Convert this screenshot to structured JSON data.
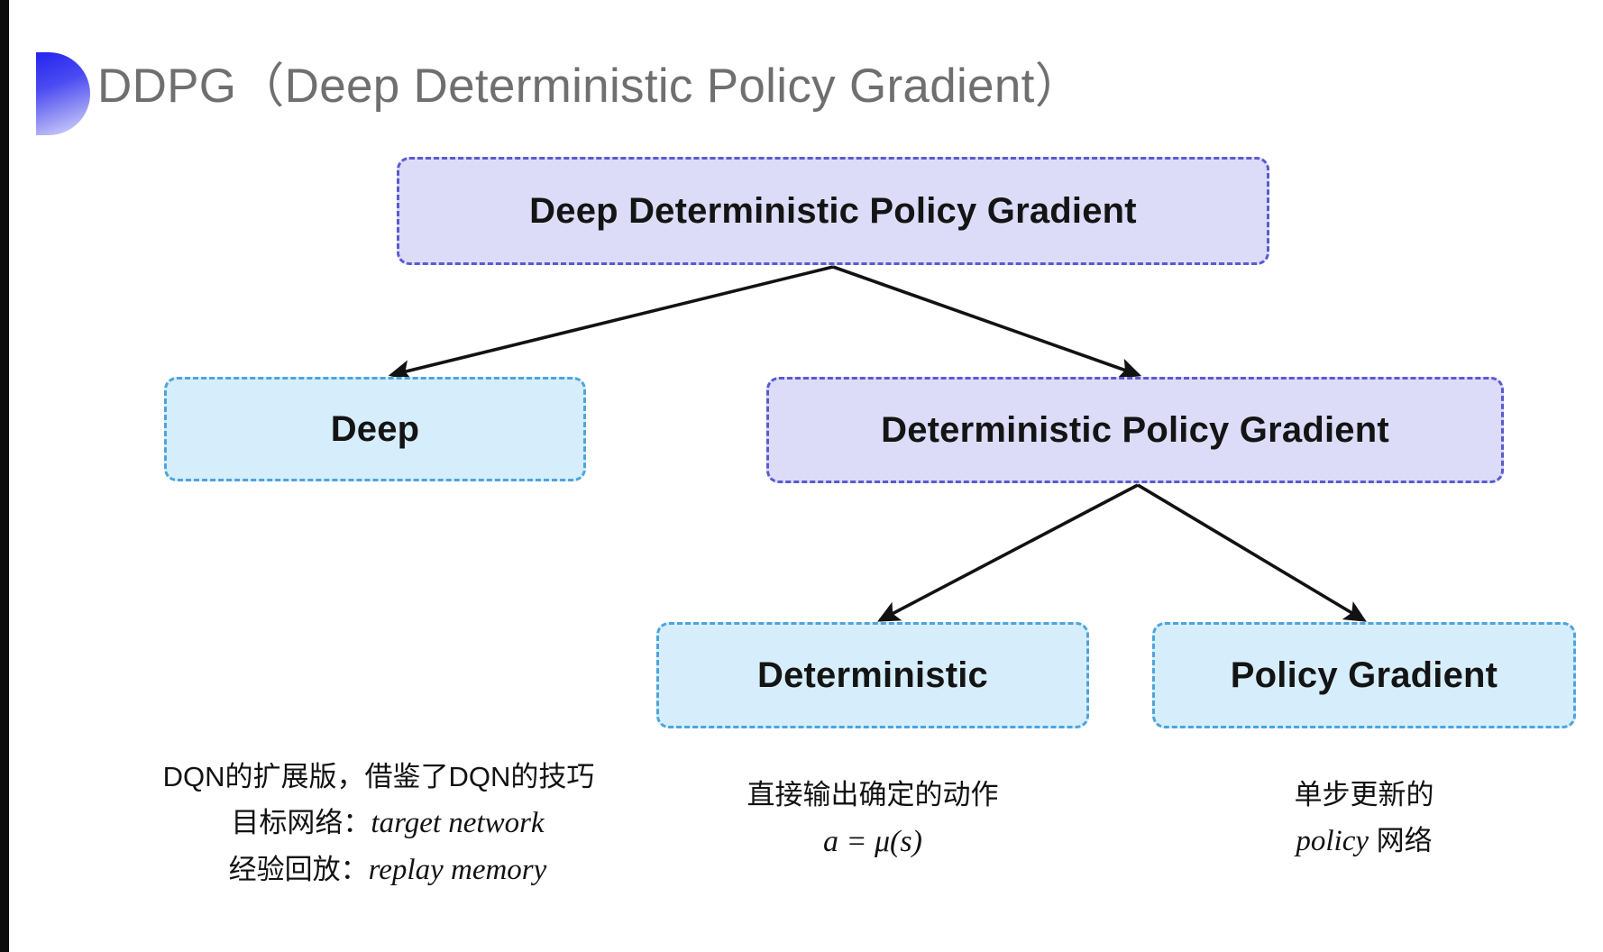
{
  "slide": {
    "title": "DDPG（Deep Deterministic Policy Gradient）",
    "background_color": "#ffffff",
    "accent_gradient_from": "#2323ee",
    "accent_gradient_to": "#dcdcfb"
  },
  "diagram": {
    "type": "tree",
    "colors": {
      "purple_fill": "#dcdcf8",
      "purple_border": "#5a5ad0",
      "blue_fill": "#d6eefb",
      "blue_border": "#4ea3dc",
      "arrow": "#121212",
      "text": "#141414"
    },
    "nodes": {
      "root": "Deep Deterministic Policy Gradient",
      "deep": "Deep",
      "dpg": "Deterministic Policy Gradient",
      "deterministic": "Deterministic",
      "policy_gradient": "Policy Gradient"
    },
    "edges": [
      {
        "from": "root",
        "to": "deep"
      },
      {
        "from": "root",
        "to": "dpg"
      },
      {
        "from": "dpg",
        "to": "deterministic"
      },
      {
        "from": "dpg",
        "to": "policy_gradient"
      }
    ]
  },
  "captions": {
    "deep": {
      "line1": "DQN的扩展版，借鉴了DQN的技巧",
      "line2_label": "目标网络：",
      "line2_term": "target network",
      "line3_label": "经验回放：",
      "line3_term": "replay memory"
    },
    "deterministic": {
      "line1": "直接输出确定的动作",
      "formula": "a = μ(s)"
    },
    "policy_gradient": {
      "line1": "单步更新的",
      "line2_term": "policy",
      "line2_suffix": " 网络"
    }
  }
}
